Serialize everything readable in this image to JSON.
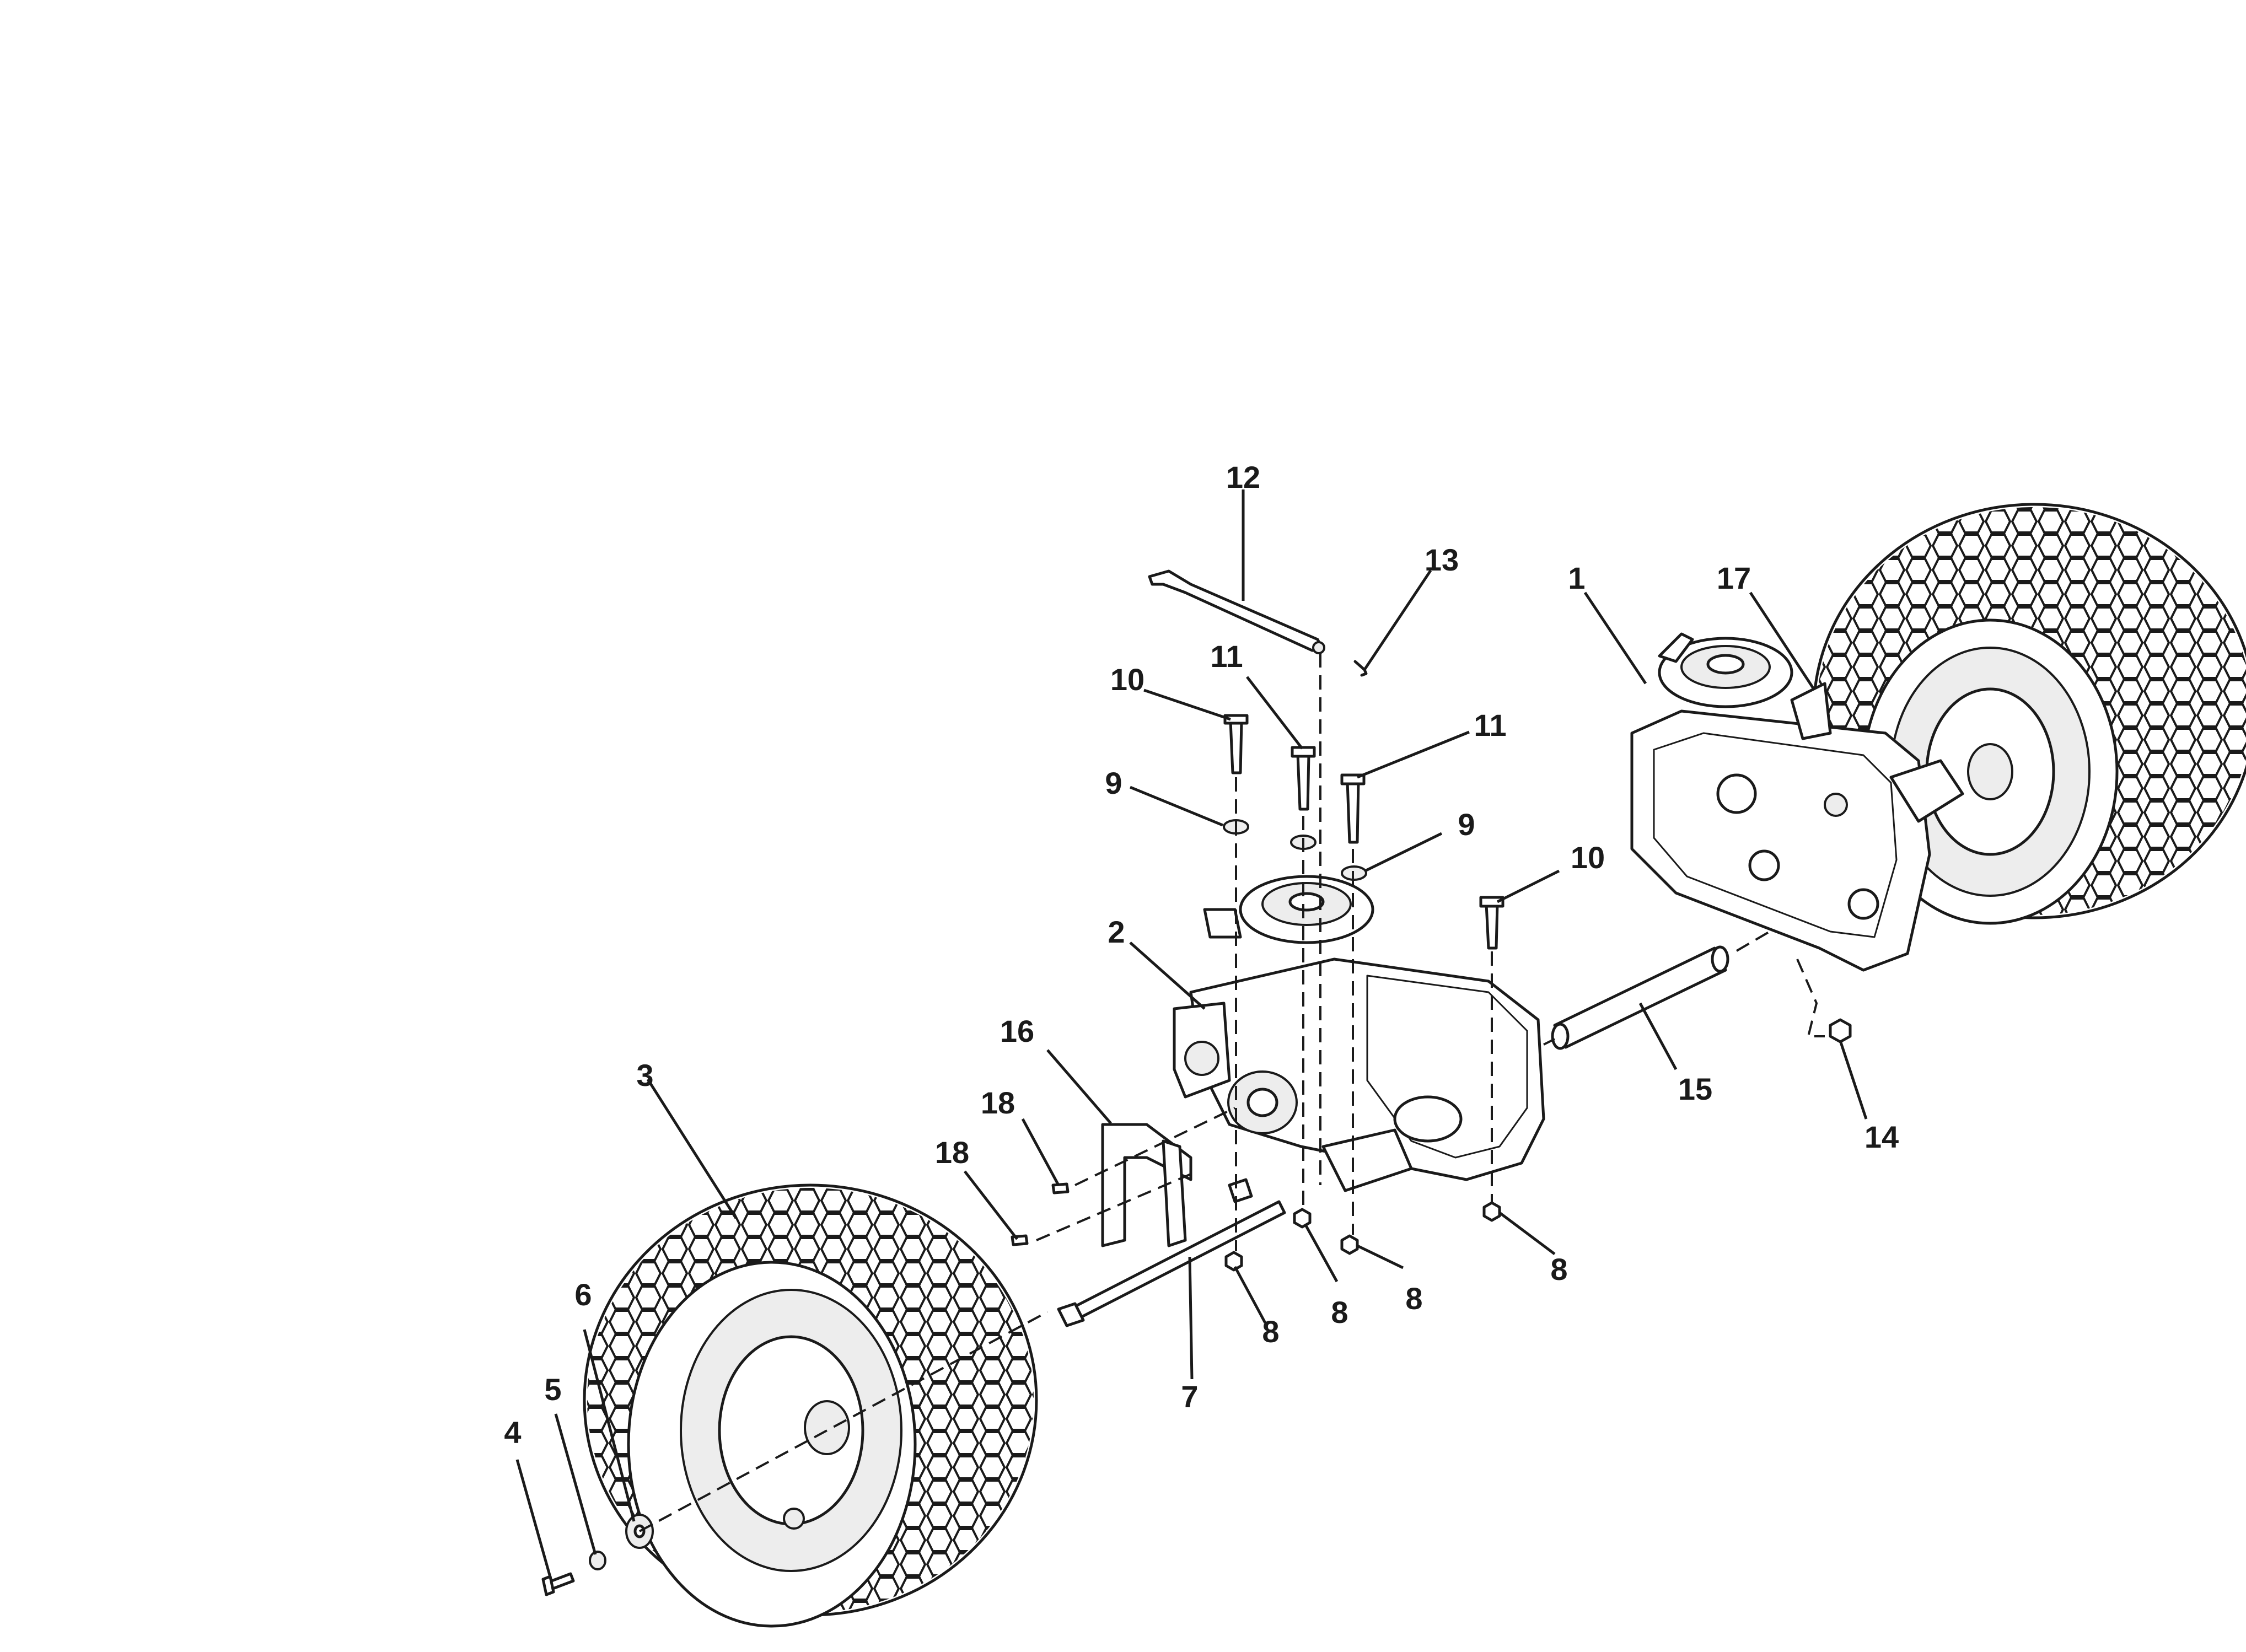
{
  "diagram": {
    "labels": {
      "p1": "1",
      "p2": "2",
      "p3": "3",
      "p4": "4",
      "p5": "5",
      "p6": "6",
      "p7": "7",
      "p8a": "8",
      "p8b": "8",
      "p8c": "8",
      "p8d": "8",
      "p9a": "9",
      "p9b": "9",
      "p10a": "10",
      "p10b": "10",
      "p11a": "11",
      "p11b": "11",
      "p12": "12",
      "p13": "13",
      "p14": "14",
      "p15": "15",
      "p16": "16",
      "p17": "17",
      "p18a": "18",
      "p18b": "18"
    },
    "colors": {
      "line": "#1a1a1a",
      "background": "#ffffff"
    }
  }
}
